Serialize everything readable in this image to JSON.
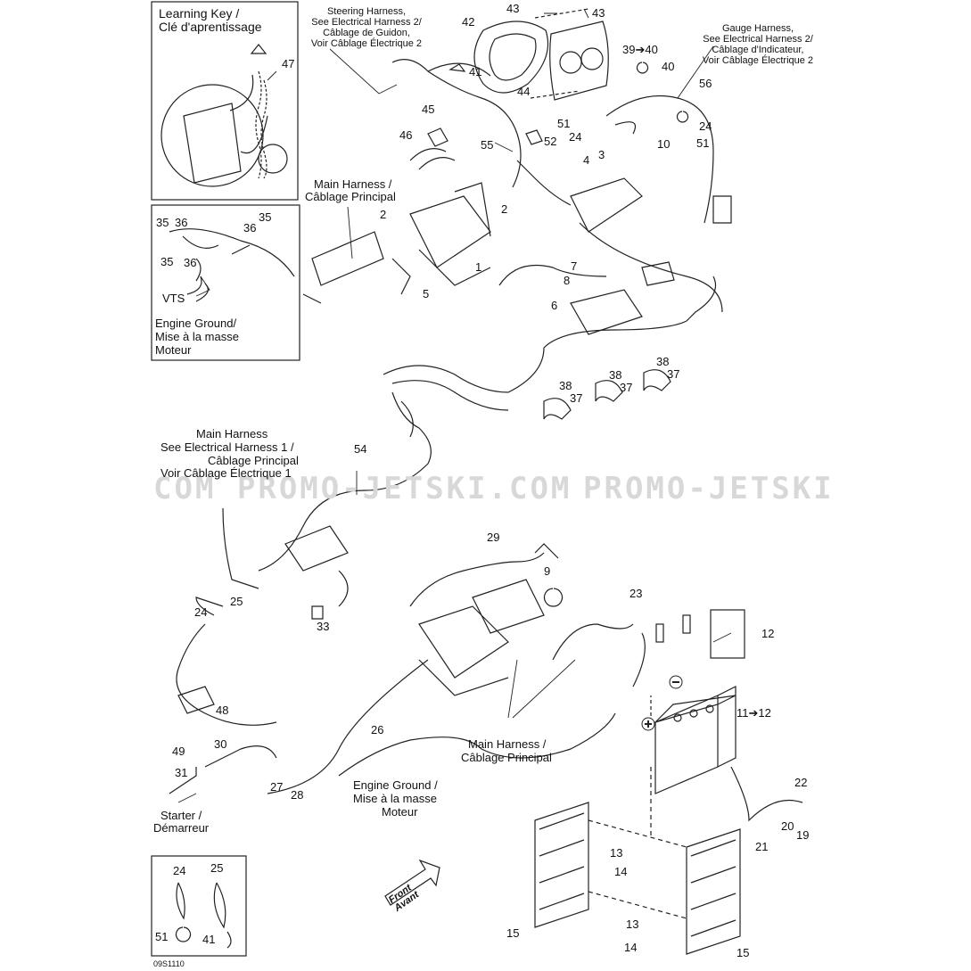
{
  "watermark": {
    "left": "COM  PROMO-JETSKI.COM",
    "right": "PROMO-JETSKI"
  },
  "diagram_code": "09S1110",
  "front_label": {
    "en": "Front",
    "fr": "Avant"
  },
  "callouts": {
    "learning_key": {
      "en": "Learning Key /",
      "fr": "Clé d'aprentissage"
    },
    "steering_harness": {
      "l1": "Steering Harness,",
      "l2": "See Electrical Harness 2/",
      "l3": "Câblage de Guidon,",
      "l4": "Voir Câblage Électrique 2"
    },
    "gauge_harness": {
      "l1": "Gauge Harness,",
      "l2": "See Electrical Harness 2/",
      "l3": "Câblage d'Indicateur,",
      "l4": "Voir Câblage Électrique 2"
    },
    "main_harness_top": {
      "l1": "Main Harness /",
      "l2": "Câblage Principal"
    },
    "engine_ground_box": {
      "l1": "Engine Ground/",
      "l2": "Mise à la masse",
      "l3": "Moteur"
    },
    "vts": "VTS",
    "main_harness_mid": {
      "l1": "Main Harness",
      "l2": "See Electrical Harness 1 /",
      "l3": "Câblage Principal",
      "l4": "Voir Câblage Électrique 1"
    },
    "main_harness_bottom": {
      "l1": "Main Harness /",
      "l2": "Câblage Principal"
    },
    "engine_ground_bottom": {
      "l1": "Engine Ground /",
      "l2": "Mise à la masse",
      "l3": "Moteur"
    },
    "starter": {
      "l1": "Starter /",
      "l2": "Démarreur"
    }
  },
  "part_numbers": {
    "p1": "1",
    "p2a": "2",
    "p2b": "2",
    "p3": "3",
    "p4": "4",
    "p5": "5",
    "p6": "6",
    "p7": "7",
    "p8": "8",
    "p9": "9",
    "p10": "10",
    "p11": "11➔12",
    "p12": "12",
    "p13a": "13",
    "p13b": "13",
    "p14a": "14",
    "p14b": "14",
    "p15a": "15",
    "p15b": "15",
    "p19": "19",
    "p20": "20",
    "p21": "21",
    "p22": "22",
    "p23": "23",
    "p24a": "24",
    "p24b": "24",
    "p24c": "24",
    "p25a": "25",
    "p25b": "25",
    "p26": "26",
    "p27": "27",
    "p28": "28",
    "p29": "29",
    "p30": "30",
    "p31": "31",
    "p33": "33",
    "p35a": "35",
    "p35b": "35",
    "p35c": "35",
    "p36a": "36",
    "p36b": "36",
    "p36c": "36",
    "p37a": "37",
    "p37b": "37",
    "p37c": "37",
    "p38a": "38",
    "p38b": "38",
    "p38c": "38",
    "p39": "39➔40",
    "p40": "40",
    "p41a": "41",
    "p41b": "41",
    "p42": "42",
    "p43a": "43",
    "p43b": "43",
    "p44": "44",
    "p45": "45",
    "p46": "46",
    "p47": "47",
    "p48": "48",
    "p49": "49",
    "p51a": "51",
    "p51b": "51",
    "p51c": "51",
    "p52": "52",
    "p54": "54",
    "p55": "55",
    "p56": "56"
  }
}
